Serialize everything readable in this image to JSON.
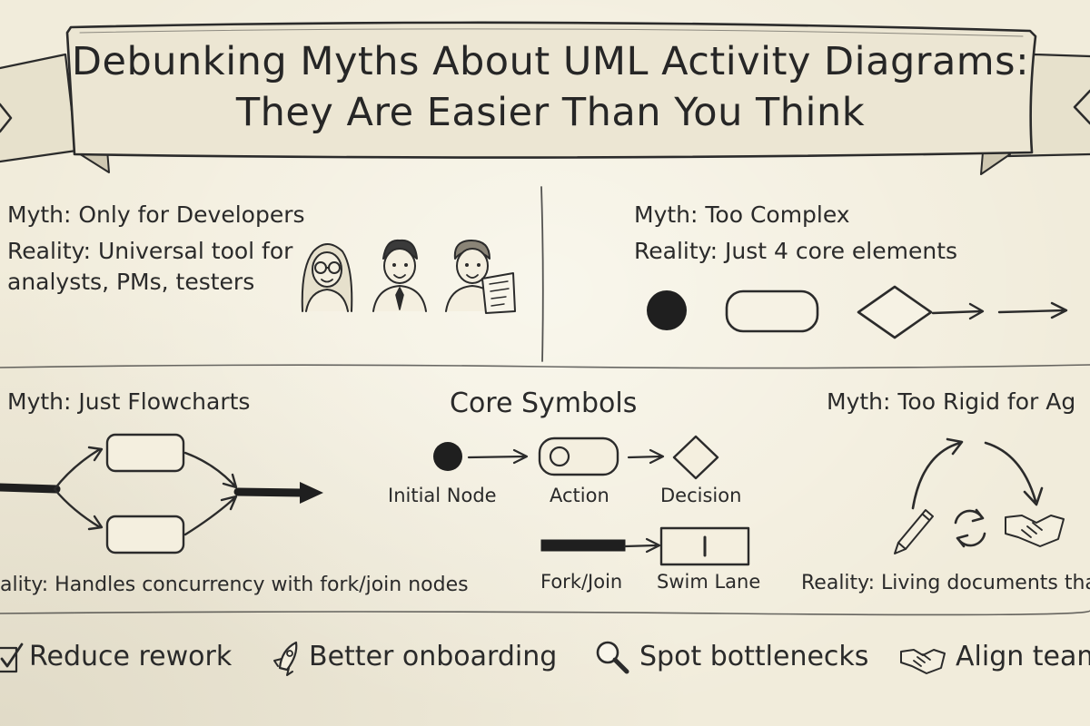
{
  "banner": {
    "title_line1": "Debunking Myths About UML Activity Diagrams:",
    "title_line2": "They Are Easier Than You Think"
  },
  "myth_developers": {
    "myth": "Myth: Only for Developers",
    "reality_line1": "Reality: Universal tool for",
    "reality_line2": "analysts, PMs, testers"
  },
  "myth_complex": {
    "myth": "Myth: Too Complex",
    "reality": "Reality: Just 4 core elements"
  },
  "myth_flowcharts": {
    "myth": "Myth: Just Flowcharts",
    "reality": "ality: Handles concurrency with fork/join nodes"
  },
  "core_symbols": {
    "title": "Core Symbols",
    "initial_node": "Initial Node",
    "action": "Action",
    "decision": "Decision",
    "fork_join": "Fork/Join",
    "swim_lane": "Swim Lane"
  },
  "myth_agile": {
    "myth": "Myth: Too Rigid for Ag",
    "reality": "Reality: Living documents that"
  },
  "benefits": [
    {
      "label": "Reduce rework",
      "icon": "checkbox-icon"
    },
    {
      "label": "Better onboarding",
      "icon": "rocket-icon"
    },
    {
      "label": "Spot bottlenecks",
      "icon": "magnifier-icon"
    },
    {
      "label": "Align team",
      "icon": "handshake-icon"
    }
  ],
  "colors": {
    "paper": "#f1ecdb",
    "ink": "#2b2b2b",
    "banner_fill": "#ece6d3"
  }
}
